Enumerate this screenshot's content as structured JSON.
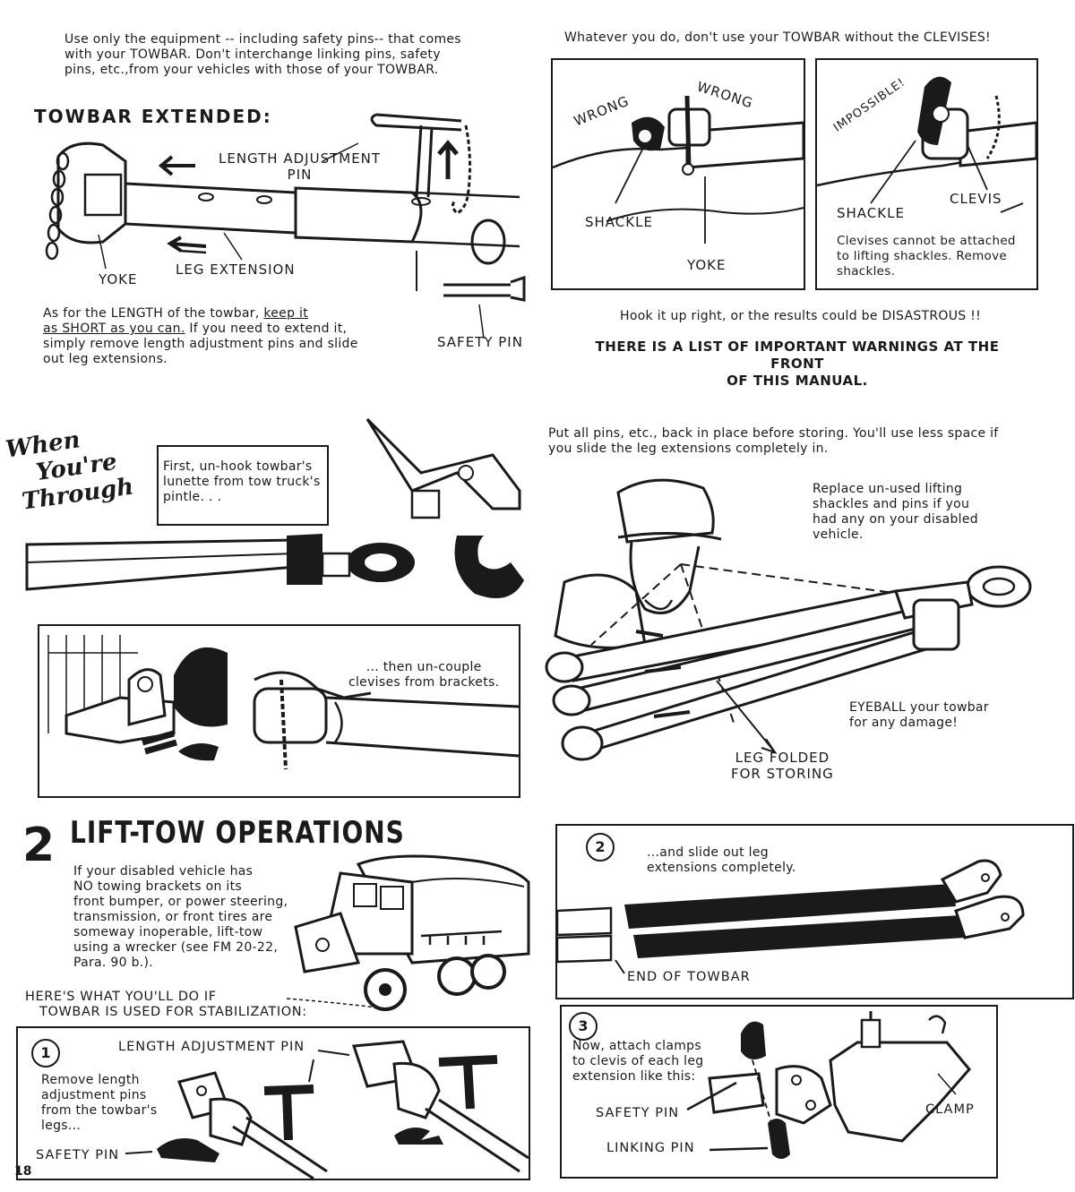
{
  "top_left": {
    "intro": [
      "Use only the equipment -- including safety pins-- that comes",
      "with your TOWBAR.  Don't interchange linking pins, safety",
      "pins, etc.,from your vehicles with those of your TOWBAR."
    ],
    "heading": "TOWBAR EXTENDED:",
    "labels": {
      "length_adjustment_pin_1": "LENGTH  ADJUSTMENT",
      "length_adjustment_pin_2": "PIN",
      "yoke": "YOKE",
      "leg_extension": "LEG EXTENSION",
      "safety_pin": "SAFETY PIN"
    },
    "length_note": {
      "line1_pre": "As for the LENGTH of the towbar, ",
      "line1_u": "keep it",
      "line2_u": "as SHORT as you can.",
      "line2_post": "  If you need to extend it,",
      "line3": "simply remove length adjustment pins and slide",
      "line4": "out leg extensions."
    }
  },
  "top_right": {
    "heading": "Whatever you do, don't use your TOWBAR without the CLEVISES!",
    "panel_left": {
      "wrong1": "WRONG",
      "wrong2": "WRONG",
      "shackle": "SHACKLE",
      "yoke": "YOKE"
    },
    "panel_right": {
      "impossible": "IMPOSSIBLE!",
      "shackle": "SHACKLE",
      "clevis": "CLEVIS",
      "note": [
        "Clevises cannot be attached",
        "to lifting shackles.  Remove",
        "shackles."
      ]
    },
    "hookup": "Hook it up right, or the results could be DISASTROUS !!",
    "warning": [
      "THERE IS A LIST OF IMPORTANT WARNINGS AT THE FRONT",
      "OF THIS MANUAL."
    ]
  },
  "middle_left": {
    "script_title": [
      "When",
      "You're",
      "Through"
    ],
    "unhook_box": [
      "First, un-hook towbar's",
      "lunette from tow truck's",
      "pintle.  .  ."
    ],
    "uncouple": [
      "... then un-couple",
      "clevises from brackets."
    ]
  },
  "middle_right": {
    "intro": [
      "Put all pins, etc., back in place before storing.  You'll use less space if",
      "you slide the leg  extensions completely in."
    ],
    "replace_note": [
      "Replace un-used lifting",
      "shackles and pins if you",
      "had any on your disabled",
      "vehicle."
    ],
    "eyeball_note": [
      "EYEBALL your towbar",
      "for any damage!"
    ],
    "leg_folded": [
      "LEG FOLDED",
      "FOR STORING"
    ]
  },
  "bottom_left": {
    "section_number": "2",
    "section_title": "LIFT-TOW OPERATIONS",
    "body": [
      "If your disabled vehicle has",
      "NO towing brackets on its",
      "front bumper, or power steering,",
      "transmission, or front tires are",
      "someway inoperable, lift-tow",
      "using a wrecker (see FM 20-22,",
      "Para. 90 b.)."
    ],
    "heres_what": [
      "HERE'S WHAT YOU'LL DO IF",
      "TOWBAR IS USED FOR STABILIZATION:"
    ],
    "step1": {
      "number": "1",
      "length_pin": "LENGTH ADJUSTMENT PIN",
      "text": [
        "Remove length",
        "adjustment pins",
        "from the towbar's",
        "legs..."
      ],
      "safety_pin": "SAFETY PIN"
    },
    "page_number": "18"
  },
  "bottom_right": {
    "step2": {
      "number": "2",
      "text": [
        "...and slide out leg",
        "extensions completely."
      ],
      "end_label": "END OF TOWBAR"
    },
    "step3": {
      "number": "3",
      "text": [
        "Now, attach clamps",
        "to clevis of each leg",
        "extension like this:"
      ],
      "safety_pin": "SAFETY PIN",
      "linking_pin": "LINKING PIN",
      "clamp": "CLAMP"
    }
  }
}
